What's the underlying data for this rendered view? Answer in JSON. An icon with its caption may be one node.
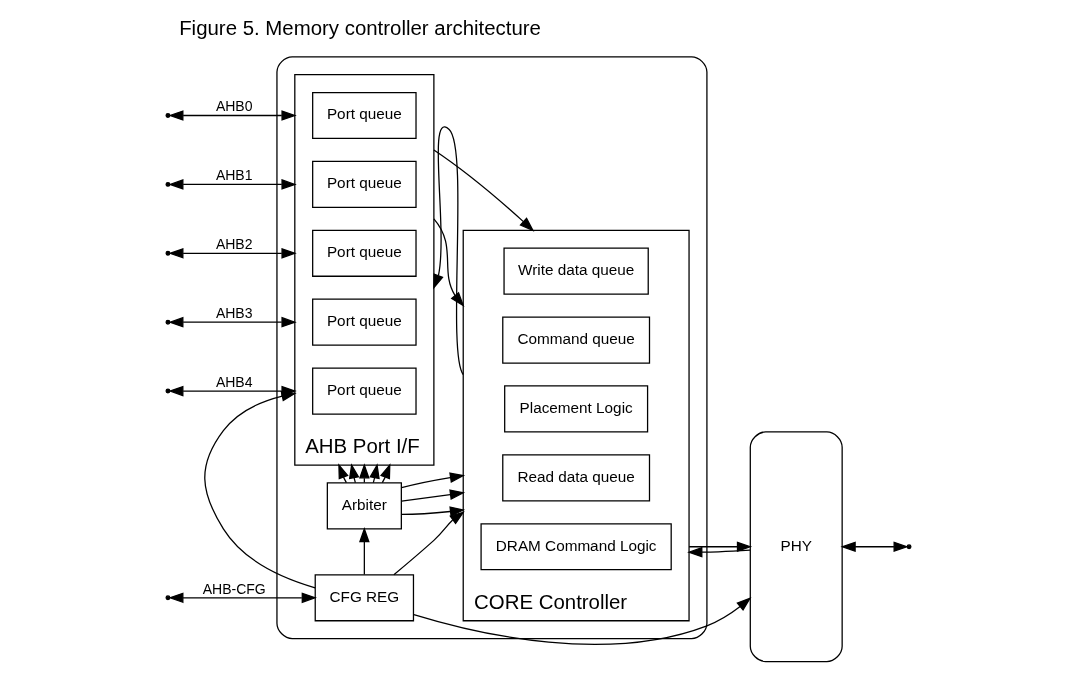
{
  "diagram": {
    "title": "Figure 5. Memory controller architecture",
    "nodes": [
      {
        "text": [],
        "shape": "box"
      },
      {
        "text": [
          "AHB Port I/F"
        ],
        "in": 0
      },
      {
        "text": [
          "Port queue"
        ],
        "in": 1
      },
      {
        "text": [
          "Port queue"
        ],
        "in": 1
      },
      {
        "text": [
          "Port queue"
        ],
        "in": 1
      },
      {
        "text": [
          "Port queue"
        ],
        "in": 1
      },
      {
        "text": [
          "Port queue"
        ],
        "in": 1
      },
      {
        "text": [
          "CORE Controller"
        ],
        "in": 0
      },
      {
        "text": [
          "Write data queue"
        ],
        "in": 7
      },
      {
        "text": [
          "Command queue"
        ],
        "in": 7
      },
      {
        "text": [
          "Placement Logic"
        ],
        "in": 7
      },
      {
        "text": [
          "Read data queue"
        ],
        "in": 7
      },
      {
        "text": [
          "DRAM Command Logic"
        ],
        "in": 7
      },
      {
        "text": [
          "Arbiter"
        ],
        "in": 0
      },
      {
        "text": [
          "CFG REG"
        ],
        "in": 0
      },
      {
        "text": [
          "PHY"
        ]
      }
    ],
    "edges": [
      {
        "from": null,
        "to": 1,
        "arrow": "both",
        "label": "AHB0"
      },
      {
        "from": null,
        "to": 1,
        "arrow": "both",
        "label": "AHB1"
      },
      {
        "from": null,
        "to": 1,
        "arrow": "both",
        "label": "AHB2"
      },
      {
        "from": null,
        "to": 1,
        "arrow": "both",
        "label": "AHB3"
      },
      {
        "from": null,
        "to": 1,
        "arrow": "both",
        "label": "AHB4"
      },
      {
        "from": 1,
        "to": 7,
        "arrow": "to"
      },
      {
        "from": 1,
        "to": 7,
        "arrow": "to"
      },
      {
        "from": 7,
        "to": 1,
        "arrow": "to"
      },
      {
        "from": 13,
        "to": 1,
        "arrow": "to"
      },
      {
        "from": 13,
        "to": 1,
        "arrow": "to"
      },
      {
        "from": 13,
        "to": 1,
        "arrow": "to"
      },
      {
        "from": 13,
        "to": 1,
        "arrow": "to"
      },
      {
        "from": 13,
        "to": 1,
        "arrow": "to"
      },
      {
        "from": 13,
        "to": 7,
        "arrow": "to"
      },
      {
        "from": 13,
        "to": 7,
        "arrow": "to"
      },
      {
        "from": 13,
        "to": 7,
        "arrow": "to"
      },
      {
        "from": 14,
        "to": 1,
        "arrow": "to"
      },
      {
        "from": 14,
        "to": 13,
        "arrow": "to"
      },
      {
        "from": 14,
        "to": 7,
        "arrow": "to"
      },
      {
        "from": 7,
        "to": 15,
        "arrow": "to"
      },
      {
        "from": 15,
        "to": 7,
        "arrow": "to"
      },
      {
        "from": 14,
        "to": 15,
        "arrow": "to"
      },
      {
        "from": null,
        "to": 14,
        "arrow": "both",
        "label": "AHB-CFG"
      },
      {
        "from": 15,
        "to": null,
        "arrow": "both"
      }
    ]
  }
}
